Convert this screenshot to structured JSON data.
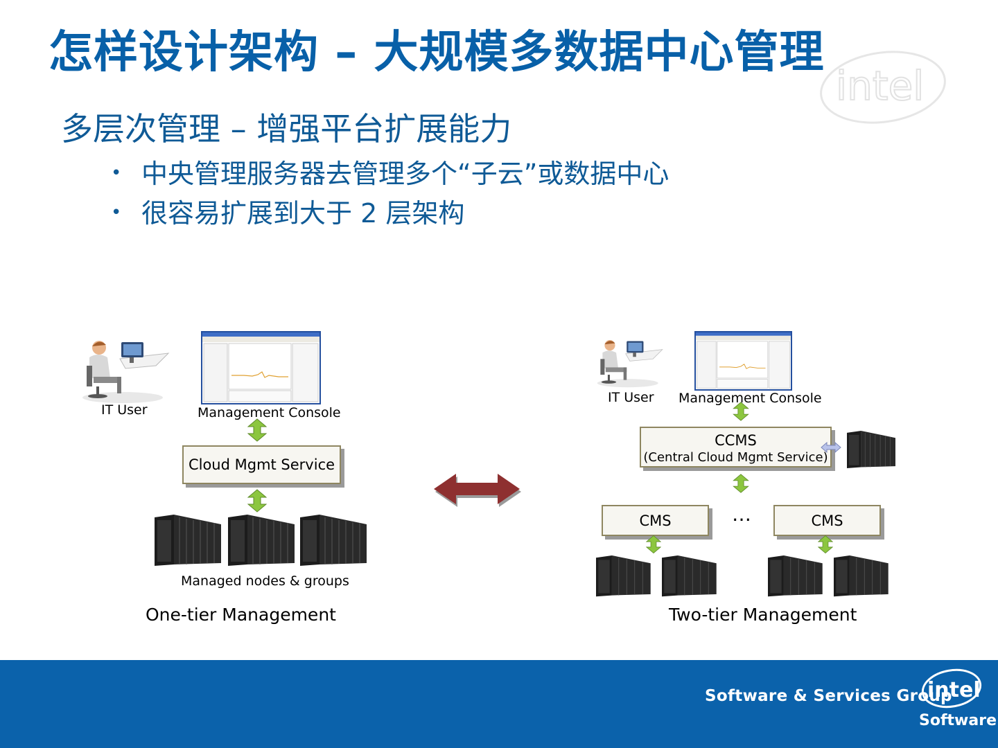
{
  "slide": {
    "title": "怎样设计架构 – 大规模多数据中心管理",
    "subtitle": "多层次管理 – 增强平台扩展能力",
    "bullets": [
      "中央管理服务器去管理多个“子云”或数据中心",
      "很容易扩展到大于 2 层架构"
    ],
    "bullet_symbol": "•"
  },
  "one_tier": {
    "it_user_label": "IT User",
    "console_label": "Management Console",
    "service_label": "Cloud Mgmt Service",
    "nodes_label": "Managed nodes & groups",
    "caption": "One-tier Management"
  },
  "two_tier": {
    "it_user_label": "IT User",
    "console_label": "Management Console",
    "ccms_label": "CCMS",
    "ccms_full": "(Central Cloud Mgmt Service)",
    "cms_left": "CMS",
    "cms_right": "CMS",
    "ellipsis": "…",
    "caption": "Two-tier Management"
  },
  "footer": {
    "group": "Software & Services Group",
    "brand": "intel",
    "software": "Software"
  },
  "watermark": {
    "brand": "intel"
  },
  "colors": {
    "title": "#0860a8",
    "subtitle": "#0f5a96",
    "footer_bg": "#0b62ab",
    "arrow_green": "#8cc63f",
    "arrow_red": "#8e3030",
    "box_border": "#8e8660"
  }
}
